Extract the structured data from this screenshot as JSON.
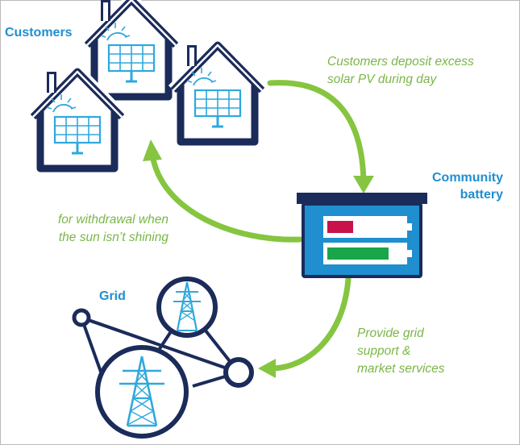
{
  "labels": {
    "customers": "Customers",
    "community_battery_line1": "Community",
    "community_battery_line2": "battery",
    "grid": "Grid"
  },
  "annotations": {
    "deposit_line1": "Customers deposit excess",
    "deposit_line2": "solar PV during day",
    "withdrawal_line1": "for withdrawal when",
    "withdrawal_line2": "the sun isn’t shining",
    "grid_support_line1": "Provide grid",
    "grid_support_line2": "support &",
    "grid_support_line3": "market services"
  },
  "colors": {
    "navy": "#1b2b5a",
    "solar_blue": "#2fa8dd",
    "arrow_green": "#86c540",
    "battery_fill": "#1f8fcf",
    "charge_red": "#c8124a",
    "charge_green": "#19a64a"
  }
}
